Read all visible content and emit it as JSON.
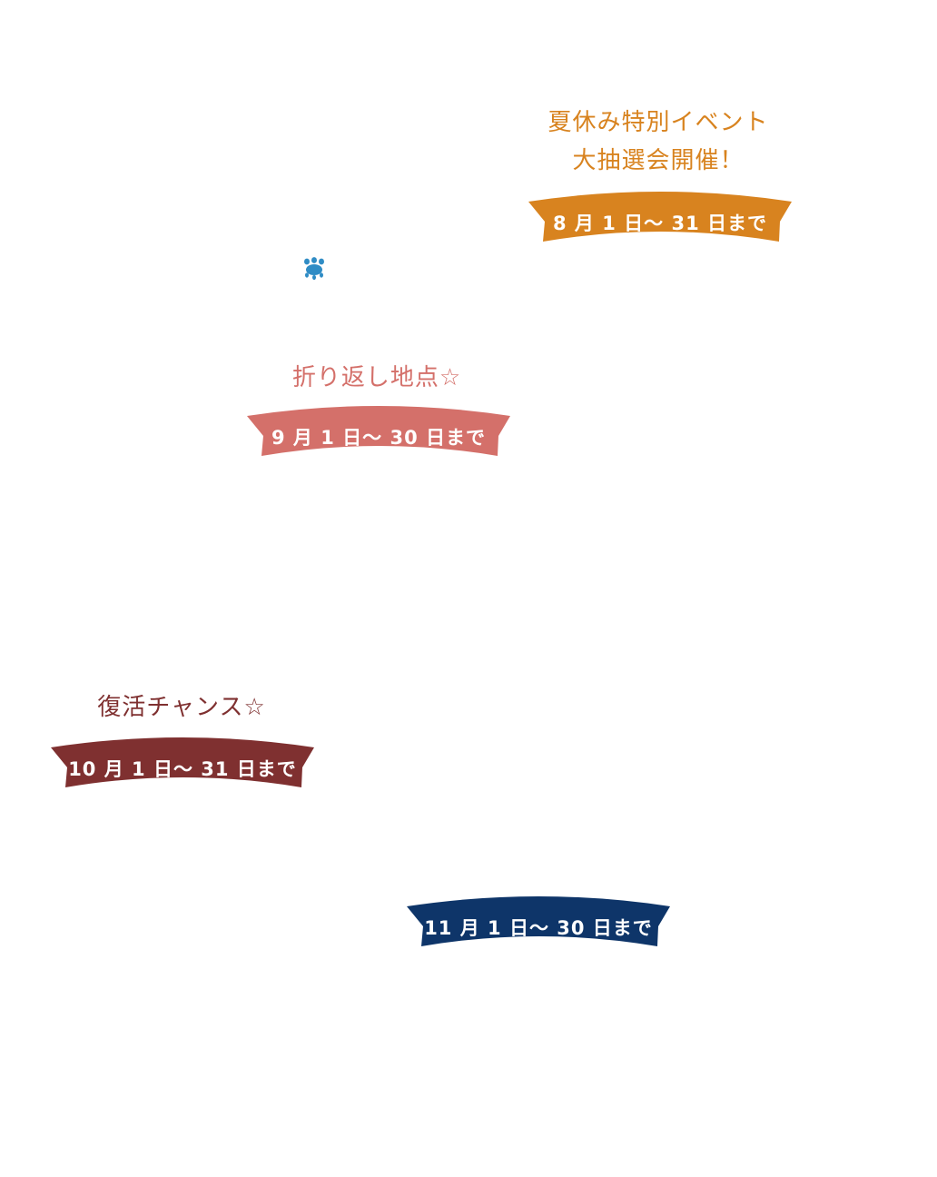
{
  "colors": {
    "orange": "#d8831f",
    "salmon": "#d4706a",
    "maroon": "#7f3030",
    "navy": "#0e3569",
    "paw": "#2f8cc5"
  },
  "august": {
    "caption_line1": "夏休み特別イベント",
    "caption_line2": "大抽選会開催！",
    "ribbon": "8 月 1 日〜 31 日まで"
  },
  "september": {
    "caption": "折り返し地点☆",
    "ribbon": "9 月 1 日〜 30 日まで"
  },
  "october": {
    "caption": "復活チャンス☆",
    "ribbon": "10 月 1 日〜 31 日まで"
  },
  "november": {
    "ribbon": "11 月 1 日〜 30 日まで"
  },
  "icons": {
    "paw": "paw-print-icon"
  }
}
